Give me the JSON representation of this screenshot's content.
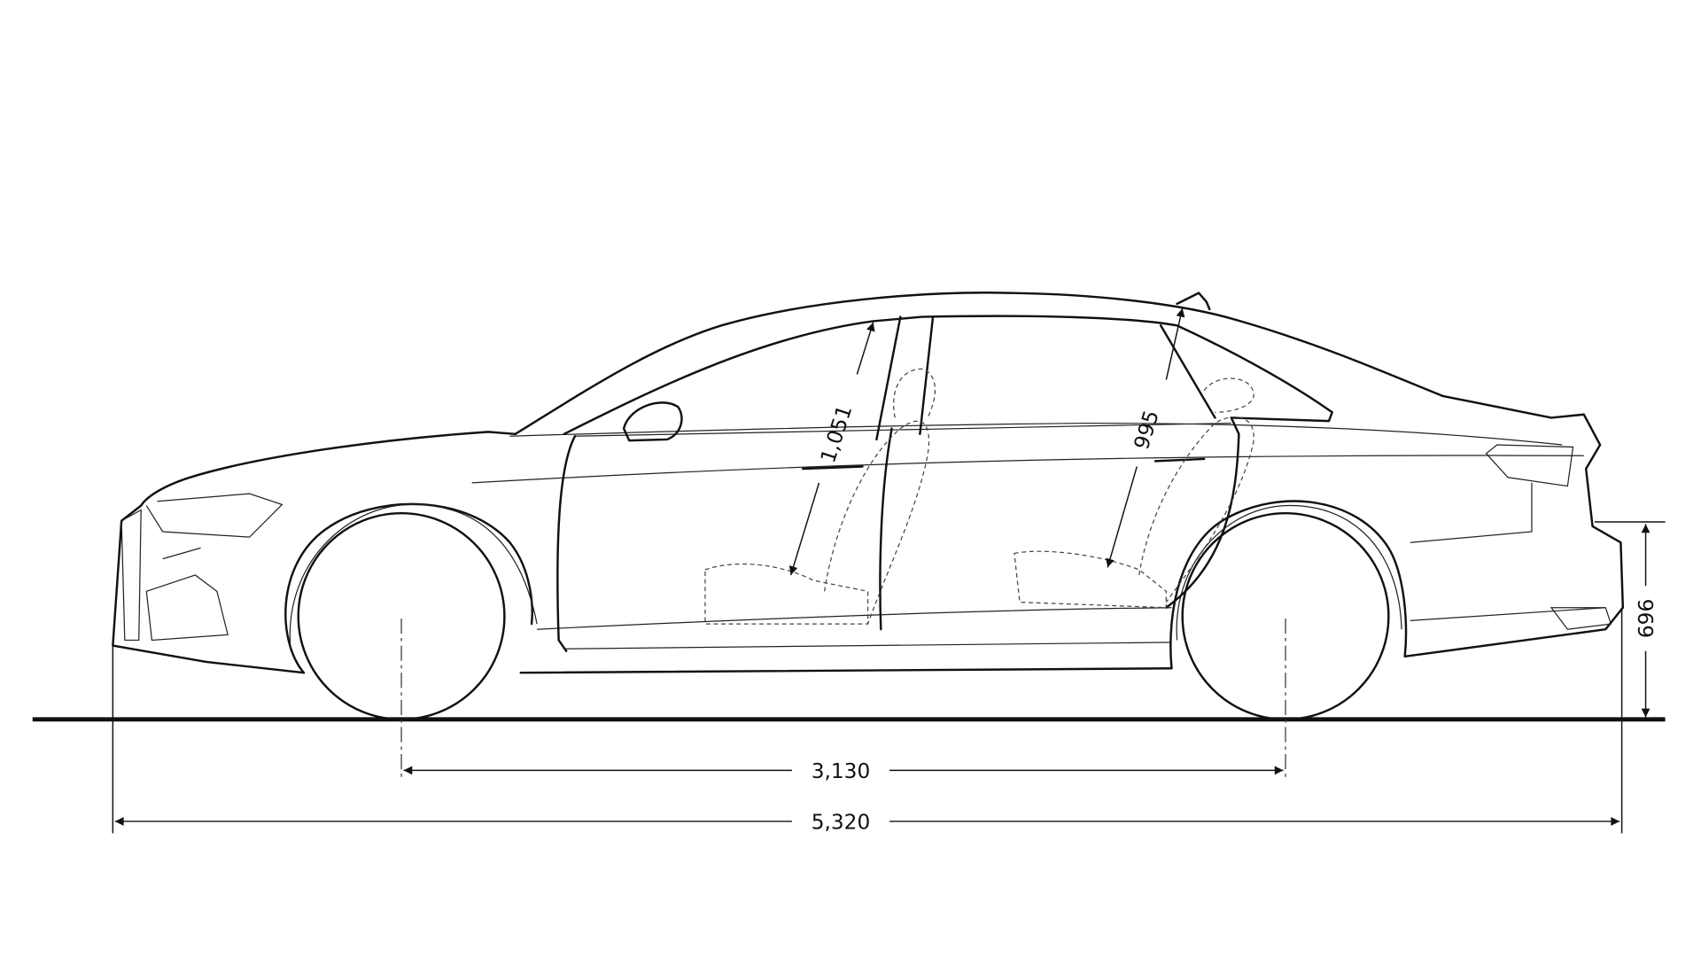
{
  "dimensions": {
    "overall_length": "5,320",
    "wheelbase": "3,130",
    "loading_sill_height": "696",
    "front_headroom": "1,051",
    "rear_headroom": "995"
  },
  "colors": {
    "line": "#111111",
    "background": "#ffffff"
  }
}
